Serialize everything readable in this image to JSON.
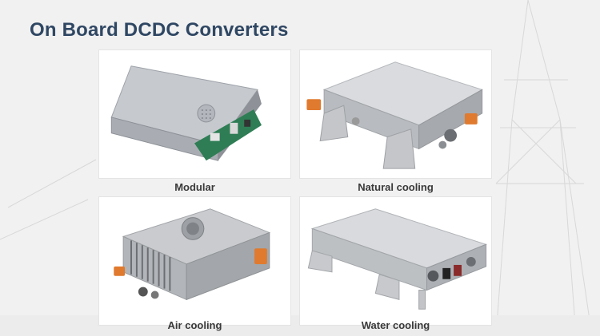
{
  "page": {
    "title": "On Board DCDC Converters"
  },
  "products": [
    {
      "caption": "Modular",
      "image_icon": "modular-converter-image"
    },
    {
      "caption": "Natural cooling",
      "image_icon": "natural-cooling-converter-image"
    },
    {
      "caption": "Air cooling",
      "image_icon": "air-cooling-converter-image"
    },
    {
      "caption": "Water cooling",
      "image_icon": "water-cooling-converter-image"
    }
  ],
  "colors": {
    "title": "#2f4763",
    "background": "#f1f1f1",
    "connector_orange": "#e07a2e",
    "pcb_green": "#2f7d55",
    "connector_red": "#8a2a2a"
  }
}
